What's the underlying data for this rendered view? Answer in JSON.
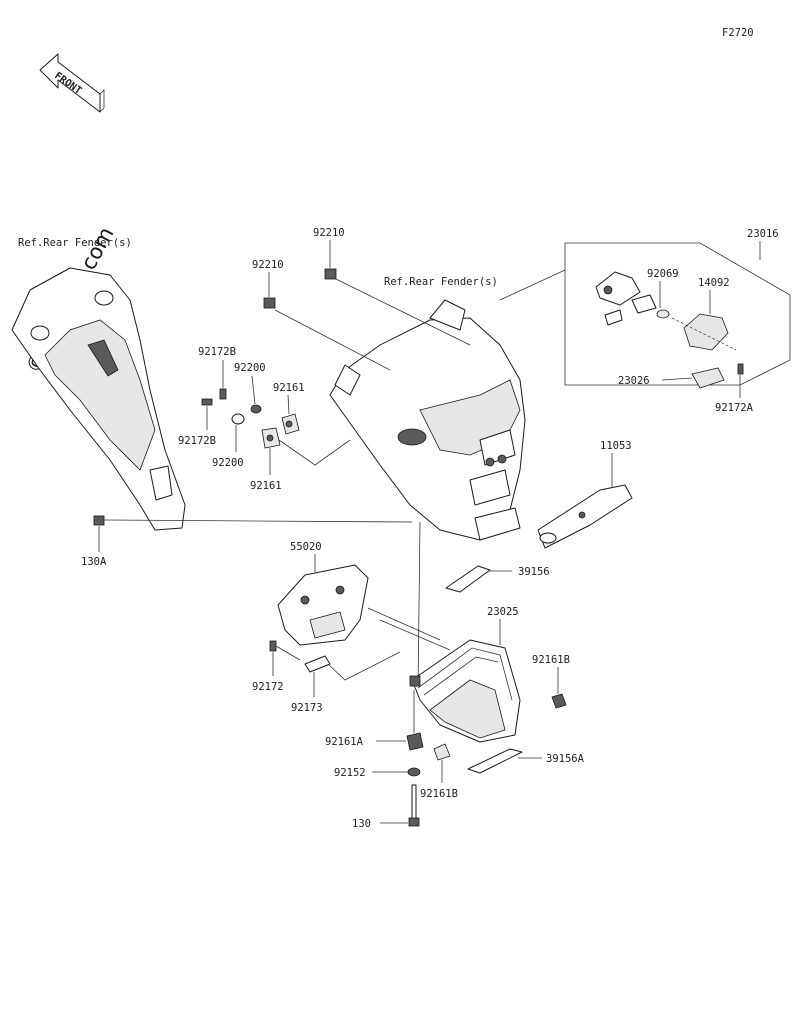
{
  "figure_code": "F2720",
  "front_label": "FRONT",
  "watermark": "© Partzilla.com",
  "refs": {
    "left": "Ref.Rear Fender(s)",
    "center": "Ref.Rear Fender(s)"
  },
  "parts": {
    "p23016": "23016",
    "p92069": "92069",
    "p14092": "14092",
    "p23026": "23026",
    "p92172A": "92172A",
    "p92210a": "92210",
    "p92210b": "92210",
    "p92172Ba": "92172B",
    "p92172Bb": "92172B",
    "p92200a": "92200",
    "p92200b": "92200",
    "p92161a": "92161",
    "p92161b": "92161",
    "p11053": "11053",
    "p130A": "130A",
    "p55020": "55020",
    "p39156": "39156",
    "p23025": "23025",
    "p92161B_a": "92161B",
    "p92161B_b": "92161B",
    "p92172": "92172",
    "p92173": "92173",
    "p92161A": "92161A",
    "p39156A": "39156A",
    "p92152": "92152",
    "p130": "130"
  }
}
